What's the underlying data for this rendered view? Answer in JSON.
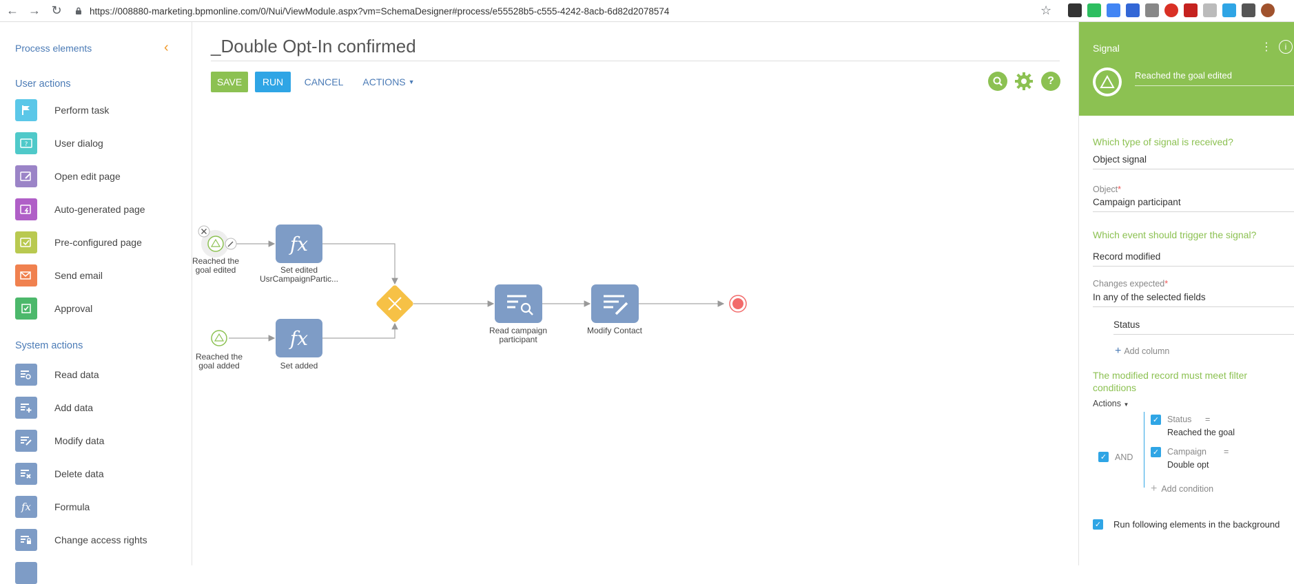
{
  "browser": {
    "url": "https://008880-marketing.bpmonline.com/0/Nui/ViewModule.aspx?vm=SchemaDesigner#process/e55528b5-c555-4242-8acb-6d82d2078574"
  },
  "left_panel": {
    "title": "Process elements",
    "user_actions_title": "User actions",
    "user_actions": [
      {
        "label": "Perform task",
        "color": "#5bc7e8",
        "icon": "flag-icon"
      },
      {
        "label": "User dialog",
        "color": "#4fc9c9",
        "icon": "dialog-question-icon"
      },
      {
        "label": "Open edit page",
        "color": "#9b84c7",
        "icon": "edit-page-icon"
      },
      {
        "label": "Auto-generated page",
        "color": "#b05fc7",
        "icon": "auto-page-icon"
      },
      {
        "label": "Pre-configured page",
        "color": "#b9c950",
        "icon": "preconfigured-page-icon"
      },
      {
        "label": "Send email",
        "color": "#f0814f",
        "icon": "email-icon"
      },
      {
        "label": "Approval",
        "color": "#4cb86b",
        "icon": "approval-icon"
      }
    ],
    "system_actions_title": "System actions",
    "system_actions": [
      {
        "label": "Read data",
        "color": "#7e9cc6",
        "icon": "read-data-icon"
      },
      {
        "label": "Add data",
        "color": "#7e9cc6",
        "icon": "add-data-icon"
      },
      {
        "label": "Modify data",
        "color": "#7e9cc6",
        "icon": "modify-data-icon"
      },
      {
        "label": "Delete data",
        "color": "#7e9cc6",
        "icon": "delete-data-icon"
      },
      {
        "label": "Formula",
        "color": "#7e9cc6",
        "icon": "formula-icon"
      },
      {
        "label": "Change access rights",
        "color": "#7e9cc6",
        "icon": "access-rights-icon"
      }
    ]
  },
  "designer": {
    "title": "_Double Opt-In confirmed",
    "save": "SAVE",
    "run": "RUN",
    "cancel": "CANCEL",
    "actions": "ACTIONS",
    "nodes": {
      "signal1": {
        "l1": "Reached the",
        "l2": "goal edited"
      },
      "formula1": {
        "l1": "Set edited",
        "l2": "UsrCampaignPartic..."
      },
      "signal2": {
        "l1": "Reached the",
        "l2": "goal added"
      },
      "formula2": {
        "l1": "Set added"
      },
      "read": {
        "l1": "Read campaign",
        "l2": "participant"
      },
      "modify": {
        "l1": "Modify Contact"
      },
      "fx": "fx"
    }
  },
  "right_panel": {
    "title": "Signal",
    "element_name": "Reached the goal edited",
    "q_type": "Which type of signal is received?",
    "signal_type": "Object signal",
    "object_label": "Object",
    "object_value": "Campaign participant",
    "q_event": "Which event should trigger the signal?",
    "event_value": "Record modified",
    "changes_label": "Changes expected",
    "changes_value": "In any of the selected fields",
    "column_value": "Status",
    "add_column": "Add column",
    "q_filter": "The modified record must meet filter",
    "q_filter2": "conditions",
    "actions_label": "Actions",
    "and_label": "AND",
    "conditions": [
      {
        "field": "Status",
        "op": "=",
        "value": "Reached the goal"
      },
      {
        "field": "Campaign",
        "op": "=",
        "value": "Double opt"
      }
    ],
    "add_condition": "Add condition",
    "run_background": "Run following elements in the background"
  }
}
